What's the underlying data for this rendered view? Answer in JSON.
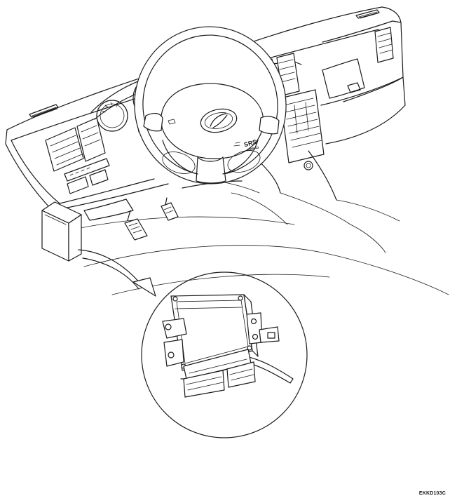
{
  "figure": {
    "code": "EKKD103C",
    "airbag_badge_main": "SRS",
    "airbag_badge_sub": "AIRBAG"
  }
}
